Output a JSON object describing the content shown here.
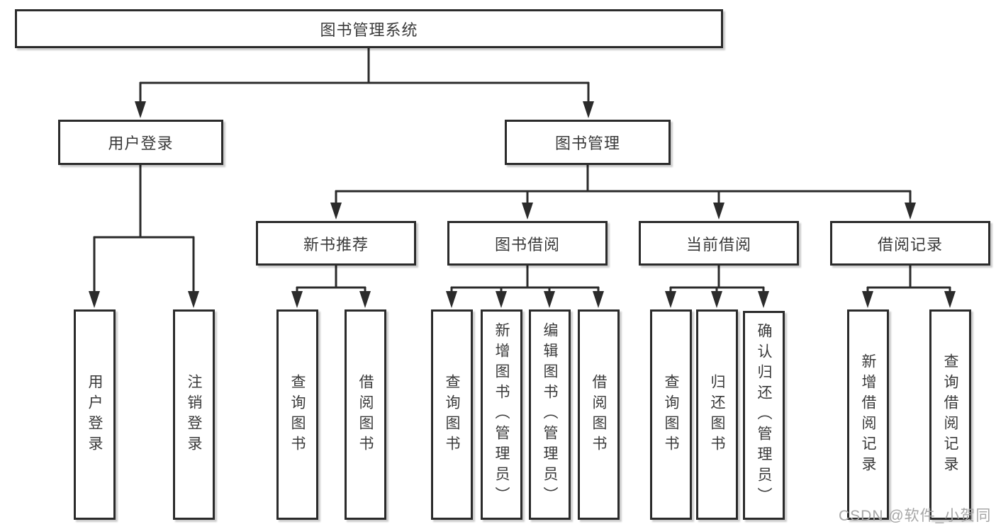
{
  "colors": {
    "line": "#2b2b2b",
    "box_border": "#2b2b2b",
    "box_fill": "#ffffff",
    "text": "#3a3a3a",
    "watermark": "#a6a6a6"
  },
  "diagram": {
    "root": {
      "label": "图书管理系统"
    },
    "level2": [
      {
        "label": "用户登录"
      },
      {
        "label": "图书管理"
      }
    ],
    "level3": [
      {
        "label": "新书推荐"
      },
      {
        "label": "图书借阅"
      },
      {
        "label": "当前借阅"
      },
      {
        "label": "借阅记录"
      }
    ],
    "level4": [
      {
        "label": "用户登录"
      },
      {
        "label": "注销登录"
      },
      {
        "label": "查询图书"
      },
      {
        "label": "借阅图书"
      },
      {
        "label": "查询图书"
      },
      {
        "label": "新增图书（管理员）"
      },
      {
        "label": "编辑图书（管理员）"
      },
      {
        "label": "借阅图书"
      },
      {
        "label": "查询图书"
      },
      {
        "label": "归还图书"
      },
      {
        "label": "确认归还（管理员）"
      },
      {
        "label": "新增借阅记录"
      },
      {
        "label": "查询借阅记录"
      }
    ]
  },
  "watermark": {
    "text": "CSDN @软件_小贺同学"
  }
}
